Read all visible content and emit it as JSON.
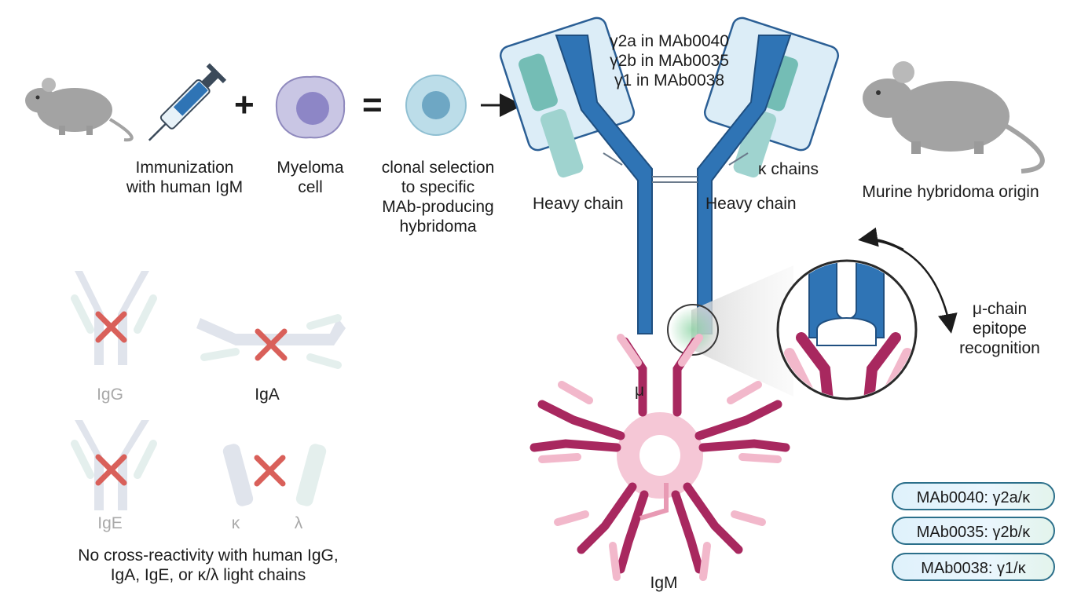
{
  "workflow": {
    "immunization": [
      "Immunization",
      "with human IgM"
    ],
    "plus": "+",
    "myeloma": [
      "Myeloma",
      "cell"
    ],
    "equals": "=",
    "selection": [
      "clonal selection",
      "to specific",
      "MAb-producing",
      "hybridoma"
    ]
  },
  "antibody": {
    "isotypes": [
      "γ2a in MAb0040",
      "γ2b in MAb0035",
      "γ1 in MAb0038"
    ],
    "kappa": "κ chains",
    "heavy_left": "Heavy chain",
    "heavy_right": "Heavy chain",
    "origin": "Murine hybridoma origin"
  },
  "igm": {
    "mu": "μ",
    "name": "IgM"
  },
  "recognition": [
    "μ-chain",
    "epitope",
    "recognition"
  ],
  "crossreactivity": {
    "igg": "IgG",
    "iga": "IgA",
    "ige": "IgE",
    "kappa": "κ",
    "lambda": "λ",
    "note": [
      "No cross-reactivity with human IgG,",
      "IgA, IgE, or κ/λ light chains"
    ]
  },
  "legend": [
    "MAb0040: γ2a/κ",
    "MAb0035: γ2b/κ",
    "MAb0038: γ1/κ"
  ],
  "colors": {
    "heavy": "#2f74b5",
    "light": "#9fd3cf",
    "mu": "#a8285f",
    "mu_light": "#f2b8cb",
    "cross": "#d9605a",
    "faded": "#c7cedd"
  }
}
